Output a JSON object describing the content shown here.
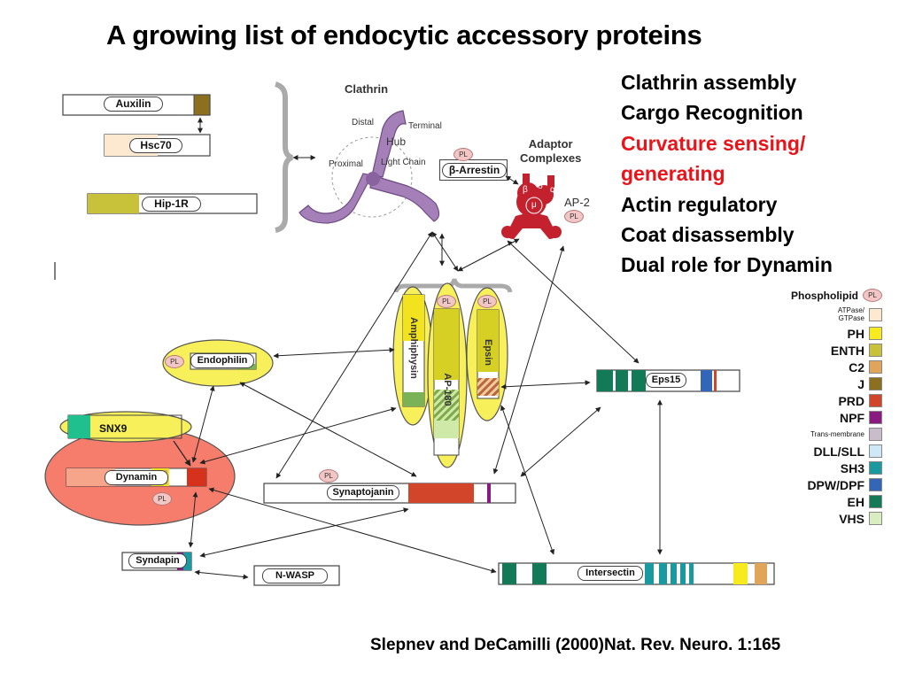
{
  "title": "A growing list of endocytic accessory proteins",
  "categories": [
    {
      "label": "Clathrin assembly",
      "color": "#000000"
    },
    {
      "label": "Cargo Recognition",
      "color": "#000000"
    },
    {
      "label": "Curvature sensing/",
      "color": "#e8141a"
    },
    {
      "label": "generating",
      "color": "#e8141a"
    },
    {
      "label": "Actin regulatory",
      "color": "#000000"
    },
    {
      "label": "Coat disassembly",
      "color": "#000000"
    },
    {
      "label": "Dual role for Dynamin",
      "color": "#000000"
    }
  ],
  "citation": "Slepnev and DeCamilli (2000)Nat. Rev. Neuro. 1:165",
  "clathrin": {
    "title": "Clathrin",
    "distal": "Distal",
    "terminal": "Terminal",
    "hub": "Hub",
    "proximal": "Proximal",
    "light_chain": "Light Chain"
  },
  "adaptor": {
    "title_line1": "Adaptor",
    "title_line2": "Complexes",
    "ap2": "AP-2",
    "beta": "β",
    "sigma": "σ",
    "alpha": "α",
    "mu": "μ"
  },
  "pl": "PL",
  "proteins": {
    "auxilin": "Auxilin",
    "hsc70": "Hsc70",
    "hip1r": "Hip-1R",
    "arrestin": "β-Arrestin",
    "endophilin": "Endophilin",
    "amphiphysin": "Amphiphysin",
    "ap180": "AP-180",
    "epsin": "Epsin",
    "eps15": "Eps15",
    "snx9": "SNX9",
    "dynamin": "Dynamin",
    "synaptojanin": "Synaptojanin",
    "syndapin": "Syndapin",
    "nwasp": "N-WASP",
    "intersectin": "Intersectin"
  },
  "legend": [
    {
      "label": "Phospholipid",
      "pl": true,
      "color": ""
    },
    {
      "label": "ATPase/ GTPase",
      "small": true,
      "color": "#fde9d0"
    },
    {
      "label": "PH",
      "color": "#f7ea1e"
    },
    {
      "label": "ENTH",
      "color": "#c8c23a"
    },
    {
      "label": "C2",
      "color": "#e0a55a"
    },
    {
      "label": "J",
      "color": "#8c6f1f"
    },
    {
      "label": "PRD",
      "color": "#d2452a"
    },
    {
      "label": "NPF",
      "color": "#8a1a80"
    },
    {
      "label": "Trans-membrane",
      "small": true,
      "color": "#c9bccb"
    },
    {
      "label": "DLL/SLL",
      "color": "#cfe8f7"
    },
    {
      "label": "SH3",
      "color": "#1a9aa0"
    },
    {
      "label": "DPW/DPF",
      "color": "#3466b8"
    },
    {
      "label": "EH",
      "color": "#127a56"
    },
    {
      "label": "VHS",
      "color": "#d8eec0"
    }
  ]
}
